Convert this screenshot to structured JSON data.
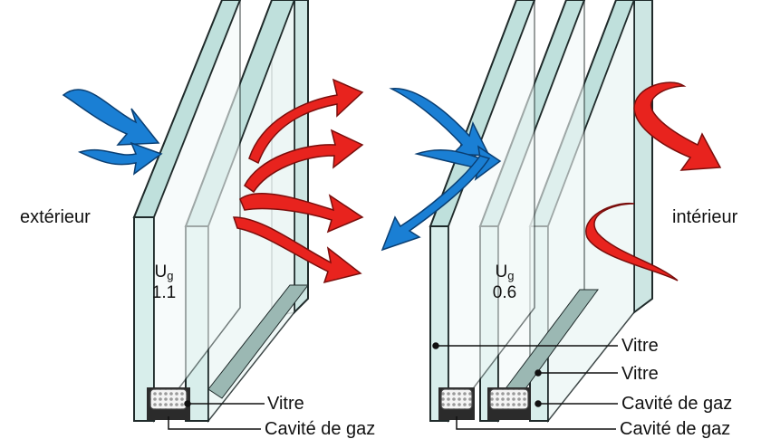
{
  "sides": {
    "exterior": "extérieur",
    "interior": "intérieur"
  },
  "double_glazing": {
    "u_symbol": "U",
    "u_subscript": "g",
    "u_value": "1.1",
    "callouts": [
      "Vitre",
      "Cavité de gaz"
    ]
  },
  "triple_glazing": {
    "u_symbol": "U",
    "u_subscript": "g",
    "u_value": "0.6",
    "callouts": [
      "Vitre",
      "Vitre",
      "Cavité de gaz",
      "Cavité de gaz"
    ]
  },
  "colors": {
    "glass_fill": "#dff0ee",
    "glass_edge": "#1f2a2a",
    "glass_tint": "#bfe0dc",
    "heat_arrow": "#e8231e",
    "cold_arrow": "#1a7fd4",
    "spacer": "#2b2b2b"
  },
  "icons": [
    "cold-air-arrow-icon",
    "heat-arrow-icon",
    "desiccant-spacer-icon"
  ]
}
